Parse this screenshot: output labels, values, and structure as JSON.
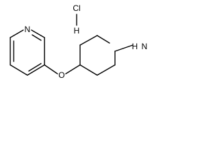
{
  "molecule": {
    "atoms": {
      "pyridine_n": "N",
      "ether_o": "O",
      "piperidine_n": "N",
      "piperidine_h": "H",
      "salt_cl": "Cl",
      "salt_h": "H"
    }
  },
  "colors": {
    "stroke": "#000000",
    "text": "#000000",
    "background": "#ffffff"
  }
}
